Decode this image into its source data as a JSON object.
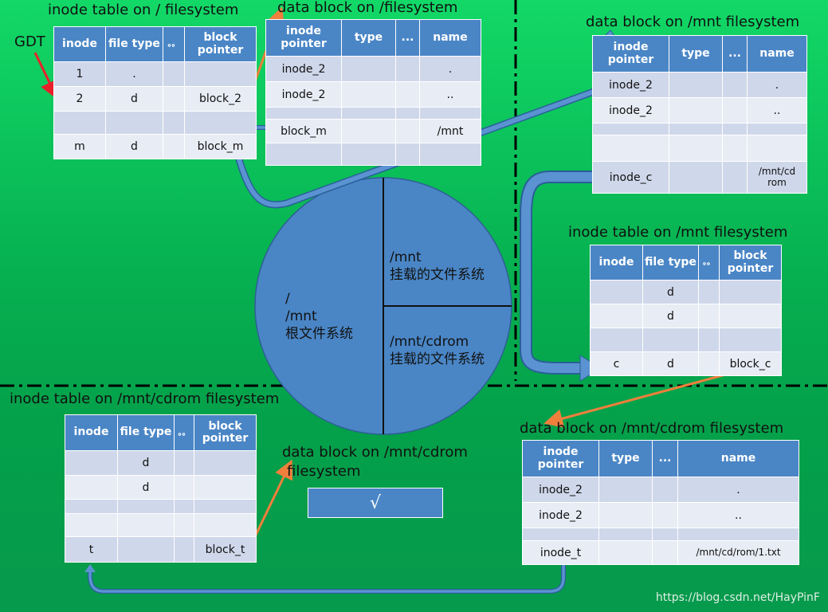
{
  "titles": {
    "root_inode": "inode table on / filesystem",
    "root_data": "data block on /filesystem",
    "mnt_data": "data block on /mnt filesystem",
    "mnt_inode": "inode table on /mnt filesystem",
    "cdrom_inode": "inode table on /mnt/cdrom filesystem",
    "cdrom_data_1": "data block on /mnt/cdrom",
    "cdrom_data_2": "filesystem",
    "cdrom_data_r": "data block on /mnt/cdrom filesystem"
  },
  "gdt_label": "GDT",
  "inode_headers": [
    "inode",
    "file type",
    "。。",
    "block pointer"
  ],
  "data_headers": [
    "inode pointer",
    "type",
    "...",
    "name"
  ],
  "root_inode_rows": [
    [
      "1",
      ".",
      "",
      ""
    ],
    [
      "2",
      "d",
      "",
      "block_2"
    ],
    [
      "",
      "",
      "",
      ""
    ],
    [
      "m",
      "d",
      "",
      "block_m"
    ]
  ],
  "root_data_rows": [
    [
      "inode_2",
      "",
      "",
      "."
    ],
    [
      "inode_2",
      "",
      "",
      ".."
    ],
    [
      "",
      "",
      "",
      ""
    ],
    [
      "block_m",
      "",
      "",
      "/mnt"
    ],
    [
      "",
      "",
      "",
      ""
    ]
  ],
  "mnt_data_rows": [
    [
      "inode_2",
      "",
      "",
      "."
    ],
    [
      "inode_2",
      "",
      "",
      ".."
    ],
    [
      "",
      "",
      "",
      ""
    ],
    [
      "",
      "",
      "",
      ""
    ],
    [
      "inode_c",
      "",
      "",
      "/mnt/cd rom"
    ]
  ],
  "mnt_inode_rows": [
    [
      "",
      "d",
      "",
      ""
    ],
    [
      "",
      "d",
      "",
      ""
    ],
    [
      "",
      "",
      "",
      ""
    ],
    [
      "c",
      "d",
      "",
      "block_c"
    ]
  ],
  "cdrom_inode_rows": [
    [
      "",
      "d",
      "",
      ""
    ],
    [
      "",
      "d",
      "",
      ""
    ],
    [
      "",
      "",
      "",
      ""
    ],
    [
      "",
      "",
      "",
      ""
    ],
    [
      "t",
      "",
      "",
      "block_t"
    ]
  ],
  "cdrom_data_rows": [
    [
      "inode_2",
      "",
      "",
      "."
    ],
    [
      "inode_2",
      "",
      "",
      ".."
    ],
    [
      "",
      "",
      "",
      ""
    ],
    [
      "inode_t",
      "",
      "",
      "/mnt/cd/rom/1.txt"
    ]
  ],
  "circle": {
    "left_1": "/",
    "left_2": "/mnt",
    "left_3": "根文件系统",
    "top_1": "/mnt",
    "top_2": "挂载的文件系统",
    "bottom_1": "/mnt/cdrom",
    "bottom_2": "挂载的文件系统"
  },
  "check_mark": "√",
  "watermark": "https://blog.csdn.net/HayPinF",
  "colors": {
    "header_blue": "#4a86c6",
    "row_odd": "#cfd7ea",
    "row_even": "#e8ecf5",
    "arrow_orange": "#f07f3c",
    "arrow_red": "#e8202a",
    "background_green": "#06b050"
  }
}
